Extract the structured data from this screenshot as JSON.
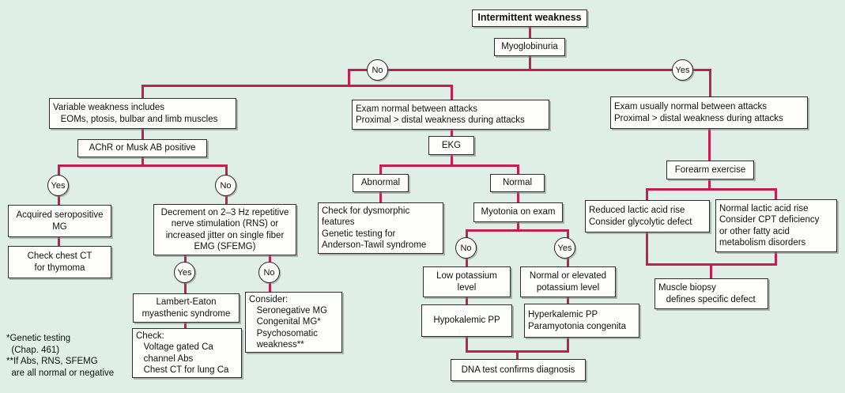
{
  "palette": {
    "background": "#dfeee6",
    "connector": "#c61d4f",
    "box_fill": "#fdfefb",
    "box_border": "#2e2e2e",
    "text": "#111111"
  },
  "decisions": {
    "yes": "Yes",
    "no": "No"
  },
  "nodes": {
    "root": {
      "lines": [
        "Intermittent weakness"
      ]
    },
    "myoglobinuria": {
      "lines": [
        "Myoglobinuria"
      ]
    },
    "variable_weakness": {
      "lines": [
        "Variable weakness includes",
        "   EOMs, ptosis, bulbar and limb muscles"
      ]
    },
    "achr_musk": {
      "lines": [
        "AChR or Musk AB positive"
      ]
    },
    "acquired_mg": {
      "lines": [
        "Acquired seropositive",
        "MG"
      ]
    },
    "chest_ct_thymoma": {
      "lines": [
        "Check chest CT",
        "for thymoma"
      ]
    },
    "decrement_rns": {
      "lines": [
        "Decrement on 2–3 Hz repetitive",
        "nerve stimulation (RNS) or",
        "increased jitter on single fiber",
        "EMG (SFEMG)"
      ]
    },
    "lambert_eaton": {
      "lines": [
        "Lambert-Eaton",
        "myasthenic syndrome"
      ]
    },
    "check_ca": {
      "lines": [
        "Check:",
        "   Voltage gated Ca",
        "   channel Abs",
        "   Chest CT for lung Ca"
      ]
    },
    "consider_mg": {
      "lines": [
        "Consider:",
        "   Seronegative MG",
        "   Congenital MG*",
        "   Psychosomatic",
        "   weakness**"
      ]
    },
    "exam_normal": {
      "lines": [
        "Exam normal between attacks",
        "Proximal > distal weakness during attacks"
      ]
    },
    "ekg": {
      "lines": [
        "EKG"
      ]
    },
    "abnormal": {
      "lines": [
        "Abnormal"
      ]
    },
    "normal": {
      "lines": [
        "Normal"
      ]
    },
    "dysmorphic": {
      "lines": [
        "Check for dysmorphic",
        "features",
        "Genetic testing for",
        "Anderson-Tawil syndrome"
      ]
    },
    "myotonia_exam": {
      "lines": [
        "Myotonia on exam"
      ]
    },
    "low_k": {
      "lines": [
        "Low potassium",
        "level"
      ]
    },
    "normal_elevated_k": {
      "lines": [
        "Normal or elevated",
        "potassium level"
      ]
    },
    "hypokalemic_pp": {
      "lines": [
        "Hypokalemic PP"
      ]
    },
    "hyperkalemic_pp": {
      "lines": [
        "Hyperkalemic PP",
        "Paramyotonia congenita"
      ]
    },
    "dna_test": {
      "lines": [
        "DNA test confirms diagnosis"
      ]
    },
    "exam_usually_normal": {
      "lines": [
        "Exam usually normal between attacks",
        "Proximal > distal weakness during attacks"
      ]
    },
    "forearm_exercise": {
      "lines": [
        "Forearm exercise"
      ]
    },
    "reduced_lactic": {
      "lines": [
        "Reduced lactic acid rise",
        "Consider glycolytic defect"
      ]
    },
    "normal_lactic": {
      "lines": [
        "Normal lactic acid rise",
        "Consider CPT deficiency",
        "or other fatty acid",
        "metabolism disorders"
      ]
    },
    "muscle_biopsy": {
      "lines": [
        "Muscle biopsy",
        "   defines specific defect"
      ]
    }
  },
  "footnote": {
    "lines": [
      "*Genetic testing",
      "  (Chap. 461)",
      "**If Abs, RNS, SFEMG",
      "  are all normal or negative"
    ]
  }
}
